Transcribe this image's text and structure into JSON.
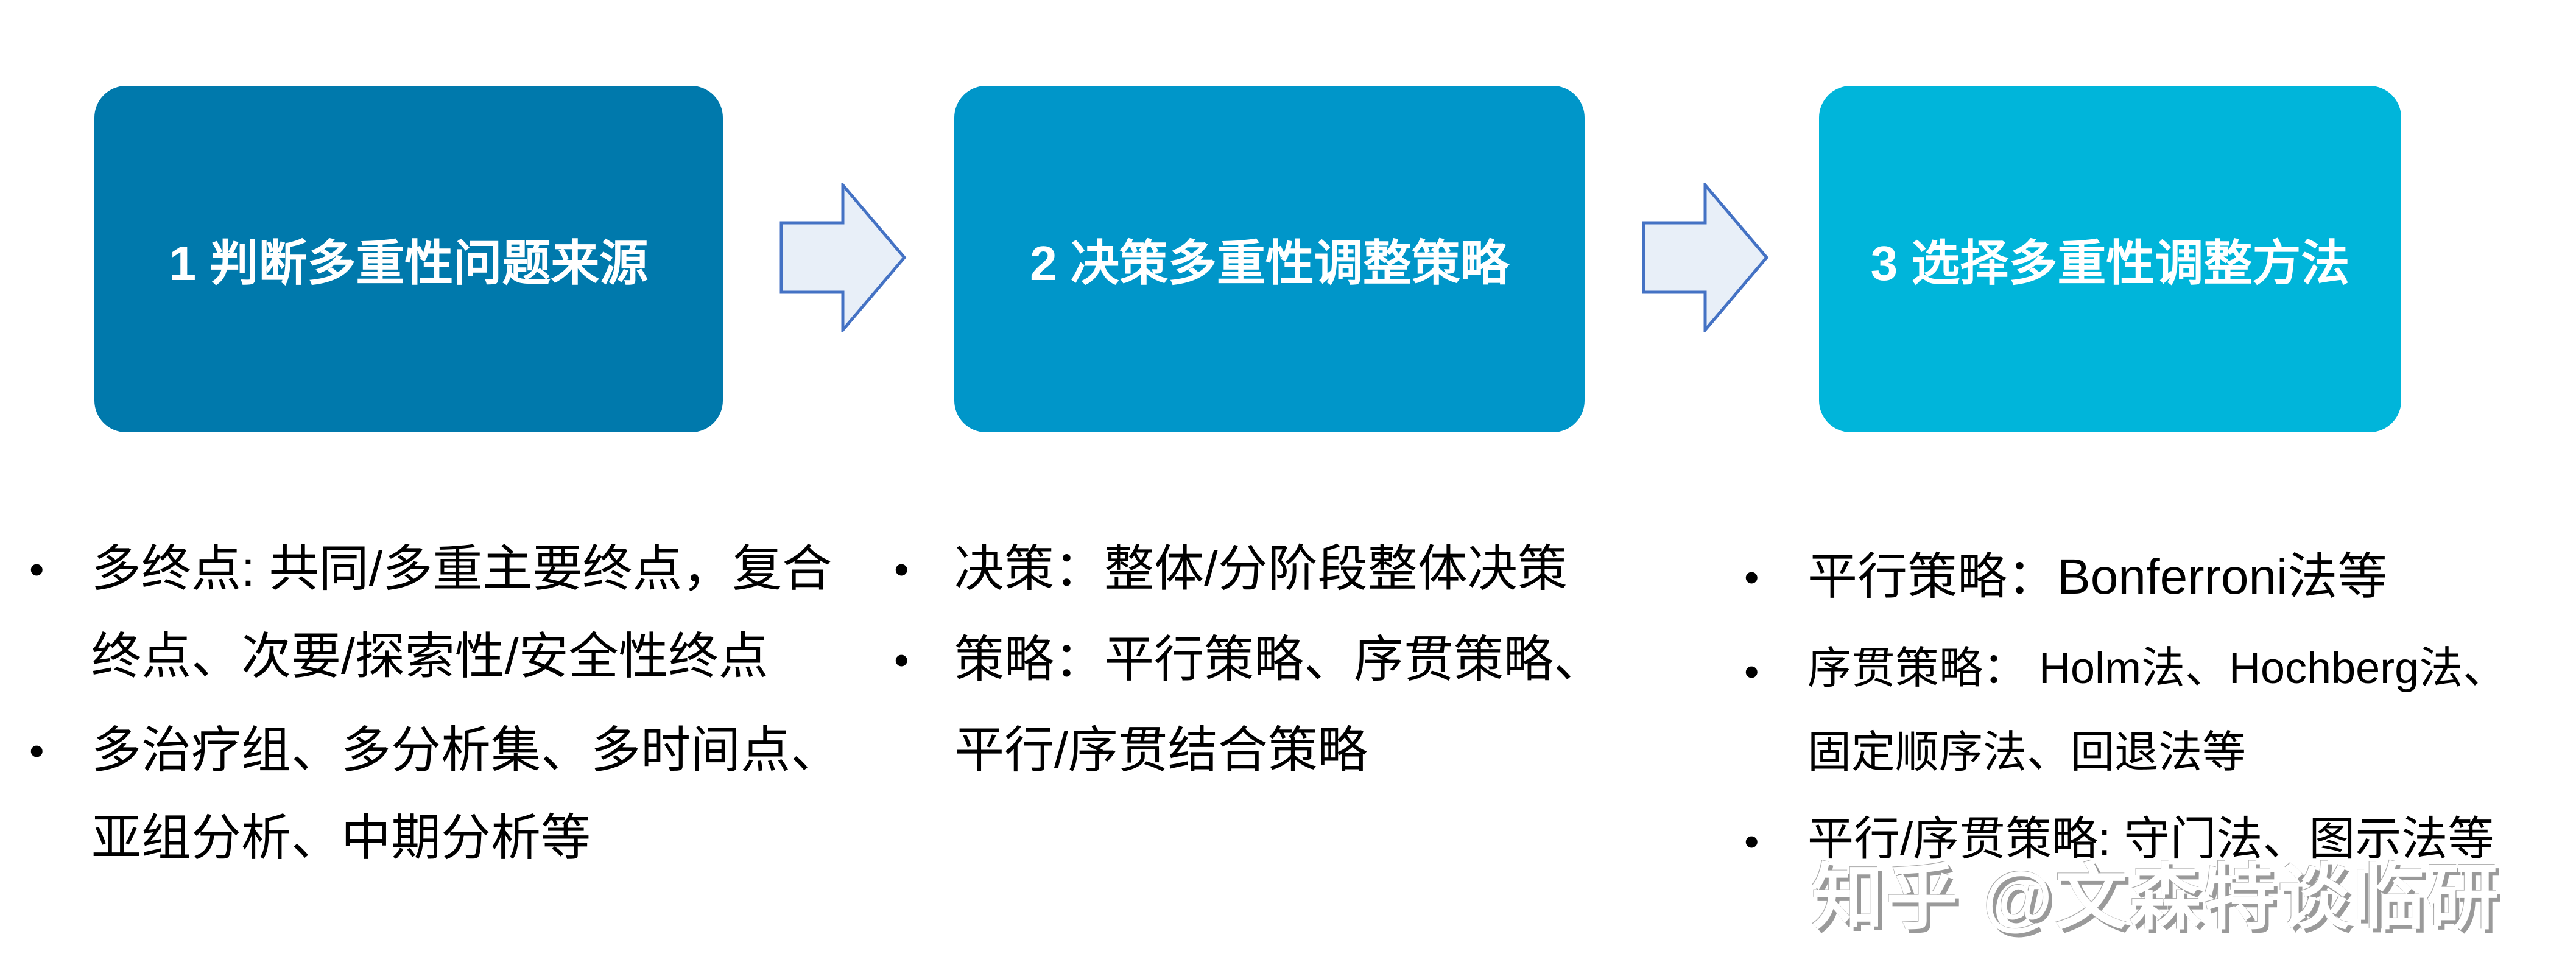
{
  "colors": {
    "step1": "#0079AC",
    "step2": "#0096C9",
    "step3": "#00B5DA",
    "arrow_fill": "#E8EFF8",
    "arrow_stroke": "#4472C4"
  },
  "steps": [
    {
      "title": "1 判断多重性问题来源",
      "bullets": [
        [
          "多终点: 共同/多重主要终点，复合",
          "终点、次要/探索性/安全性终点"
        ],
        [
          "多治疗组、多分析集、多时间点、",
          "亚组分析、中期分析等"
        ]
      ]
    },
    {
      "title": "2 决策多重性调整策略",
      "bullets": [
        [
          "决策：整体/分阶段整体决策"
        ],
        [
          "策略：平行策略、序贯策略、",
          "平行/序贯结合策略"
        ]
      ]
    },
    {
      "title": "3 选择多重性调整方法",
      "bullets": [
        [
          "平行策略：Bonferroni法等"
        ],
        [
          "序贯策略： Holm法、Hochberg法、",
          "固定顺序法、回退法等"
        ],
        [
          "平行/序贯策略: 守门法、图示法等"
        ]
      ]
    }
  ],
  "watermark": "知乎 @文森特谈临研"
}
